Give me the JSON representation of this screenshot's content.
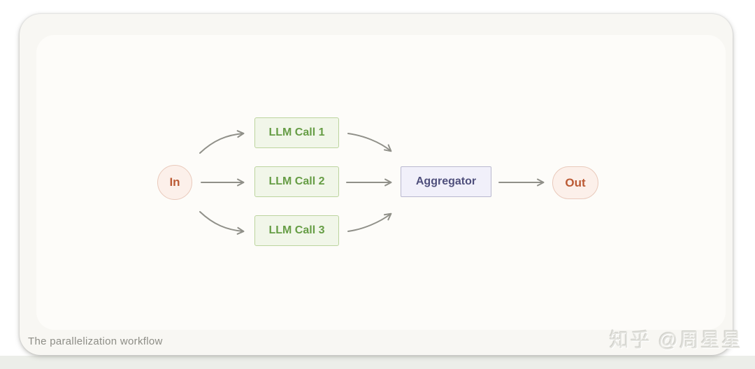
{
  "window": {
    "caption": "The parallelization workflow",
    "watermark": "知乎 @周星星"
  },
  "colors": {
    "card_bg": "#f8f7f3",
    "panel_bg": "#fdfcf9",
    "arrow": "#909089",
    "io_fill": "#fcf0ea",
    "io_border": "#e9c9bb",
    "io_text": "#bb5a34",
    "llm_fill": "#f1f6e9",
    "llm_border": "#bcd49e",
    "llm_text": "#669d45",
    "agg_fill": "#f1f0fa",
    "agg_border": "#b9b8cf",
    "agg_text": "#4f4f7c",
    "caption_text": "#8d8d86",
    "watermark_text": "#e4e4df",
    "bottom_strip": "#eceee9"
  },
  "diagram": {
    "input": {
      "label": "In"
    },
    "llm_calls": [
      {
        "label": "LLM Call 1"
      },
      {
        "label": "LLM Call 2"
      },
      {
        "label": "LLM Call 3"
      }
    ],
    "aggregator": {
      "label": "Aggregator"
    },
    "output": {
      "label": "Out"
    }
  }
}
